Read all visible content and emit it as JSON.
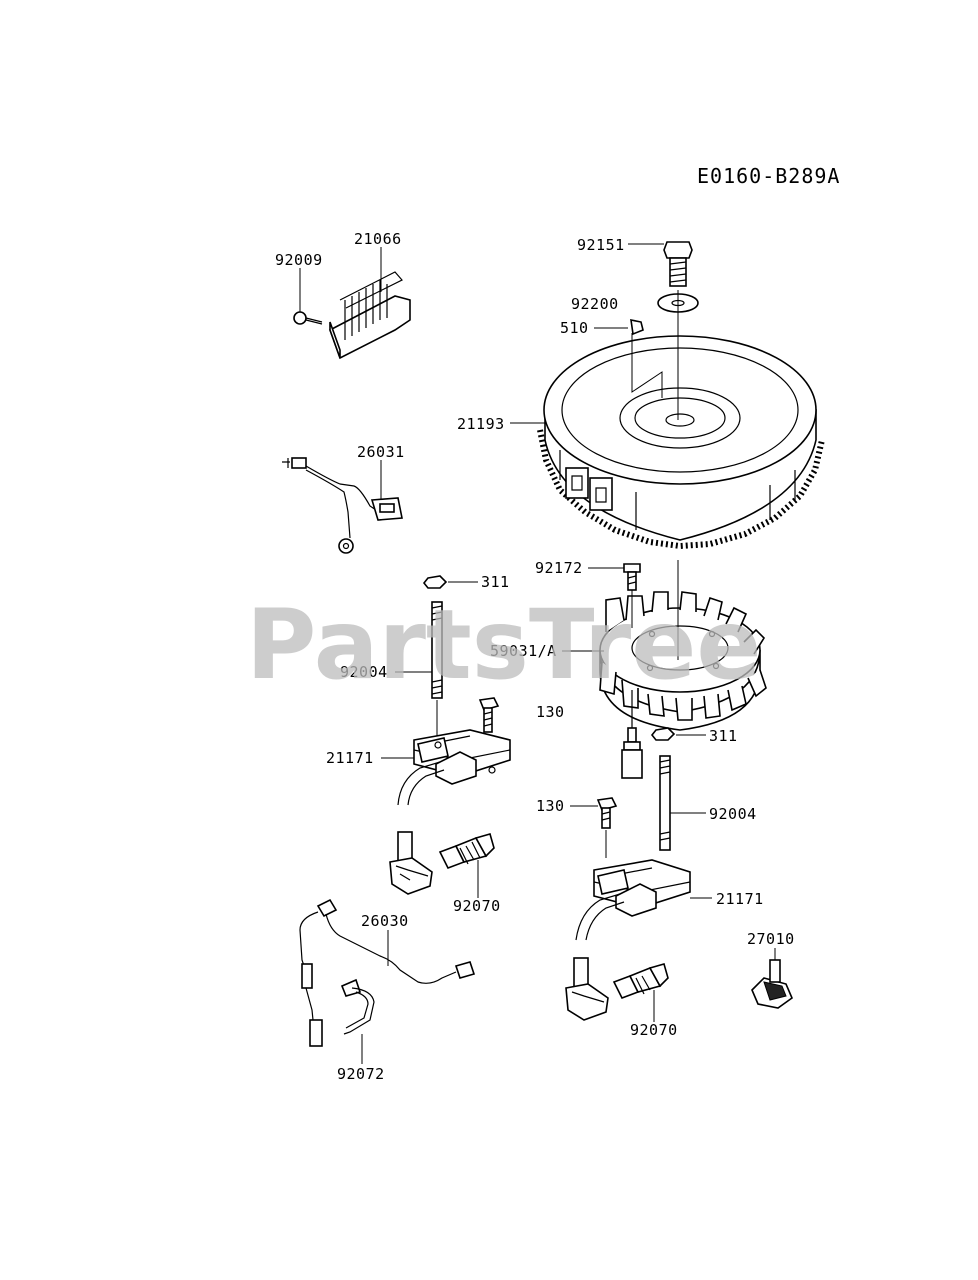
{
  "diagram_code": "E0160-B289A",
  "watermark": "PartsTree",
  "labels": {
    "p92151": "92151",
    "p92200": "92200",
    "p510": "510",
    "p21193": "21193",
    "p92009": "92009",
    "p21066": "21066",
    "p26031": "26031",
    "p92172": "92172",
    "p311_left": "311",
    "p59031": "59031/A",
    "p92004_left": "92004",
    "p130_top": "130",
    "p21171_left": "21171",
    "p311_right": "311",
    "p130_right": "130",
    "p92004_right": "92004",
    "p92070_left": "92070",
    "p21171_right": "21171",
    "p26030": "26030",
    "p27010": "27010",
    "p92070_right": "92070",
    "p92072": "92072"
  },
  "colors": {
    "line": "#000000",
    "watermark": "#bdbdbd",
    "background": "#ffffff"
  }
}
